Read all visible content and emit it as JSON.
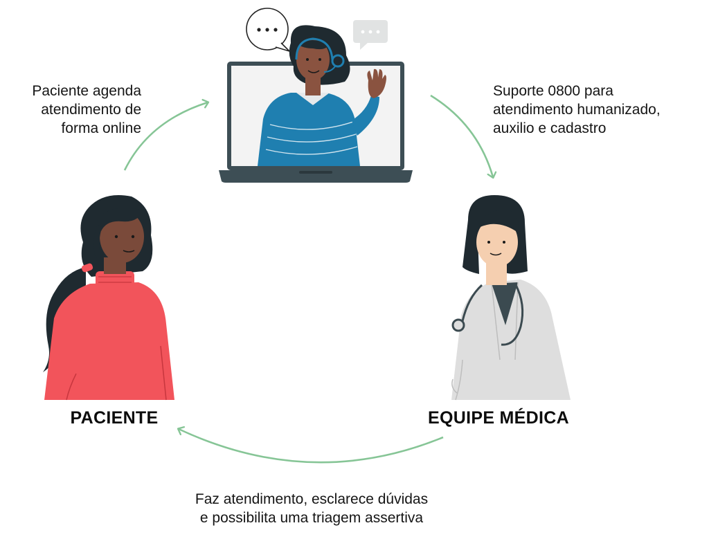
{
  "captions": {
    "left": [
      "Paciente agenda",
      "atendimento de",
      "forma online"
    ],
    "right": [
      "Suporte 0800 para",
      "atendimento humanizado,",
      "auxilio e cadastro"
    ],
    "bottom": [
      "Faz atendimento, esclarece dúvidas",
      "e possibilita uma triagem assertiva"
    ]
  },
  "roles": {
    "patient": "PACIENTE",
    "medical_team": "EQUIPE MÉDICA"
  },
  "colors": {
    "arrow": "#86c596",
    "sweater_red": "#f2545b",
    "support_blue": "#1f7fb0",
    "laptop_frame": "#3d4e55",
    "skin_dark": "#7a4a3a",
    "skin_light": "#f5cfb0",
    "coat_gray": "#dedede"
  },
  "icons": {
    "speech_bubble_1": "ellipsis-speech-bubble",
    "speech_bubble_2": "chat-bubble",
    "headset": "headset-icon",
    "stethoscope": "stethoscope-icon"
  }
}
